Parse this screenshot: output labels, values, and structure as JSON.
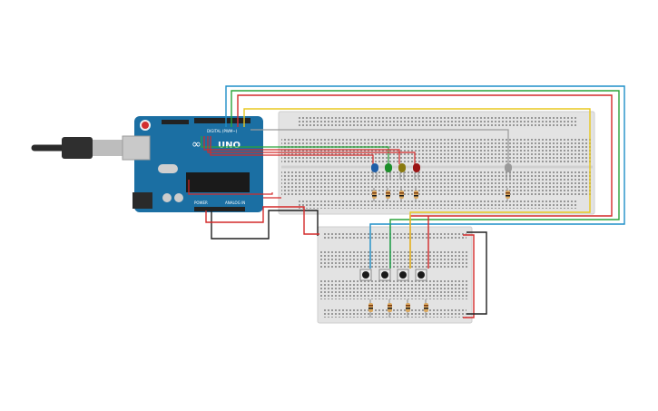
{
  "board": {
    "brand": "UNO",
    "logo_text": "∞",
    "digital_label": "DIGITAL (PWM~)",
    "analog_label": "ANALOG IN",
    "power_label": "POWER"
  },
  "leds": [
    {
      "color_name": "blue",
      "color": "#1f5fa8"
    },
    {
      "color_name": "green",
      "color": "#1c8f2a"
    },
    {
      "color_name": "yellow",
      "color": "#8a7a10"
    },
    {
      "color_name": "red",
      "color": "#9a1414"
    },
    {
      "color_name": "white",
      "color": "#9a9a9a"
    }
  ],
  "buttons": [
    {
      "id": "button-1"
    },
    {
      "id": "button-2"
    },
    {
      "id": "button-3"
    },
    {
      "id": "button-4"
    }
  ],
  "wire_colors": {
    "blue": "#1e8fc8",
    "green": "#2aa33a",
    "red": "#d42a2a",
    "yellow": "#e8c820",
    "gray": "#9a9a9a",
    "black": "#202020"
  }
}
